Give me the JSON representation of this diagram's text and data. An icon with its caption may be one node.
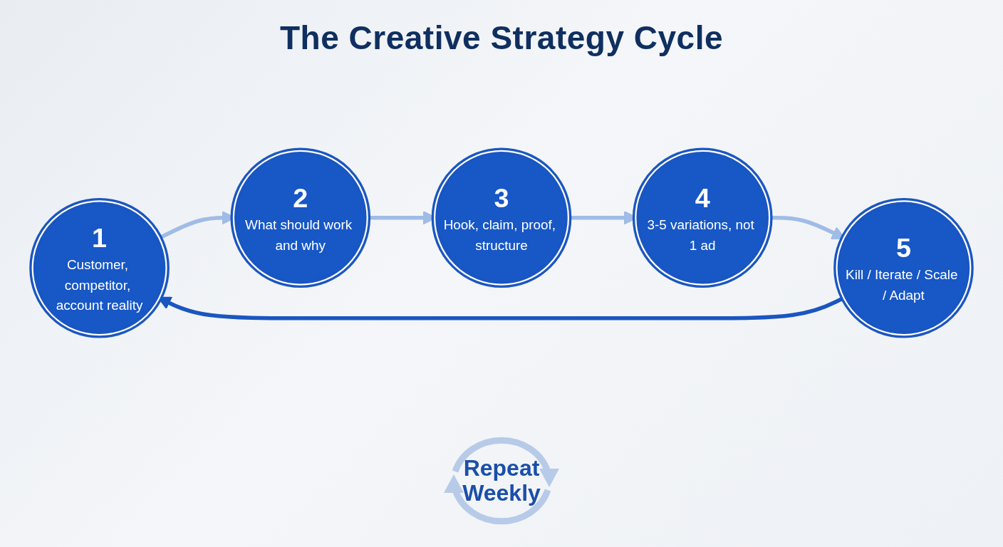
{
  "diagram": {
    "title": "The Creative Strategy Cycle",
    "nodes": [
      {
        "text": [
          "1",
          "Customer, competitor, account reality"
        ]
      },
      {
        "text": [
          "2",
          "What should work and why"
        ]
      },
      {
        "text": [
          "3",
          "Hook, claim, proof, structure"
        ]
      },
      {
        "text": [
          "4",
          "3-5 variations, not 1 ad"
        ]
      },
      {
        "text": [
          "5",
          "Kill / Iterate / Scale / Adapt"
        ]
      }
    ],
    "edges": [
      {
        "from": 0,
        "to": 1,
        "arrow": "to"
      },
      {
        "from": 1,
        "to": 2,
        "arrow": "to"
      },
      {
        "from": 2,
        "to": 3,
        "arrow": "to"
      },
      {
        "from": 3,
        "to": 4,
        "arrow": "to"
      },
      {
        "from": 4,
        "to": 0,
        "arrow": "to",
        "color": "#1a56c0"
      }
    ],
    "labels": [
      "Repeat Weekly"
    ]
  }
}
